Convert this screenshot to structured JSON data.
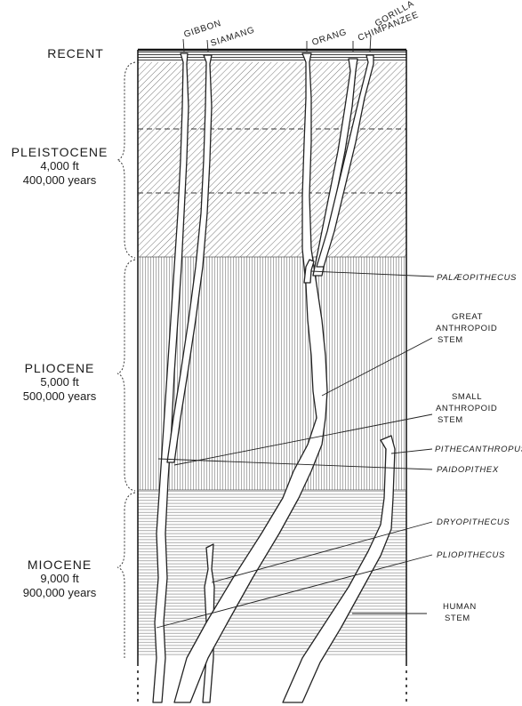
{
  "eras": [
    {
      "key": "recent",
      "name": "RECENT",
      "depth": "",
      "years": ""
    },
    {
      "key": "pleistocene",
      "name": "PLEISTOCENE",
      "depth": "4,000 ft",
      "years": "400,000 years"
    },
    {
      "key": "pliocene",
      "name": "PLIOCENE",
      "depth": "5,000 ft",
      "years": "500,000 years"
    },
    {
      "key": "miocene",
      "name": "MIOCENE",
      "depth": "9,000 ft",
      "years": "900,000 years"
    }
  ],
  "top_labels": [
    "GIBBON",
    "SIAMANG",
    "ORANG",
    "CHIMPANZEE",
    "GORILLA"
  ],
  "annotations": {
    "palaeopithecus": "PALÆOPITHECUS",
    "great_stem_1": "GREAT",
    "great_stem_2": "ANTHROPOID",
    "great_stem_3": "STEM",
    "small_stem_1": "SMALL",
    "small_stem_2": "ANTHROPOID",
    "small_stem_3": "STEM",
    "paidopithex": "PAIDOPITHEX",
    "pithecanthropus": "PITHECANTHROPUS",
    "dryopithecus": "DRYOPITHECUS",
    "pliopithecus": "PLIOPITHECUS",
    "human_stem_1": "HUMAN",
    "human_stem_2": "STEM"
  },
  "colors": {
    "ink": "#1a1a1a",
    "paper": "#ffffff"
  }
}
